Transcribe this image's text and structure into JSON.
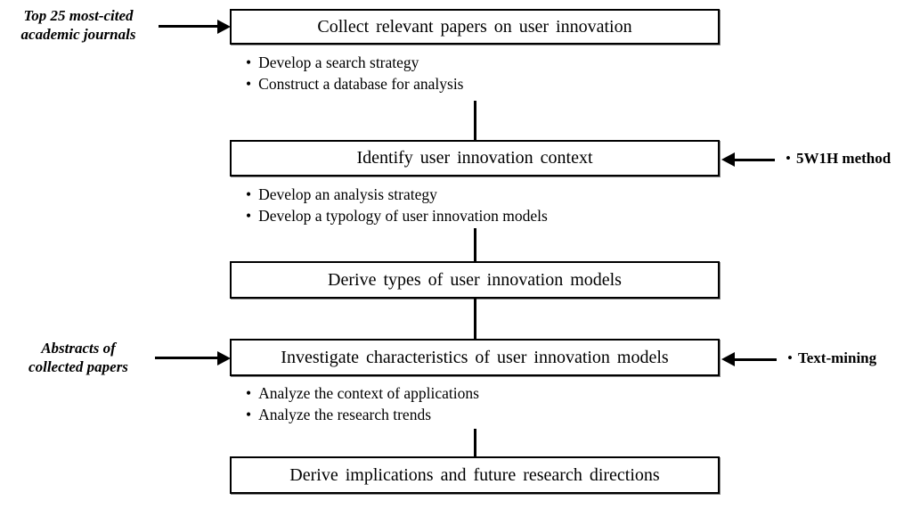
{
  "diagram": {
    "type": "flowchart",
    "bullet_char": "•",
    "colors": {
      "ink": "#000000",
      "background": "#ffffff",
      "box_fill": "#ffffff"
    },
    "boxes": [
      {
        "label": "Collect relevant papers on user innovation"
      },
      {
        "label": "Identify user innovation context"
      },
      {
        "label": "Derive types of user innovation models"
      },
      {
        "label": "Investigate characteristics of user innovation models"
      },
      {
        "label": "Derive implications and future research directions"
      }
    ],
    "bullet_groups": [
      {
        "items": [
          "Develop a search strategy",
          "Construct a database for analysis"
        ]
      },
      {
        "items": [
          "Develop an analysis strategy",
          "Develop a typology of user innovation models"
        ]
      },
      {
        "items": [
          "Analyze the context of applications",
          "Analyze the research trends"
        ]
      }
    ],
    "left_labels": [
      {
        "line1": "Top 25 most-cited",
        "line2": "academic journals",
        "points_to": "Collect relevant papers on user innovation"
      },
      {
        "line1": "Abstracts of",
        "line2": "collected papers",
        "points_to": "Investigate characteristics of user innovation models"
      }
    ],
    "right_labels": [
      {
        "text": "5W1H method",
        "points_to": "Identify user innovation context"
      },
      {
        "text": "Text-mining",
        "points_to": "Investigate characteristics of user innovation models"
      }
    ]
  }
}
